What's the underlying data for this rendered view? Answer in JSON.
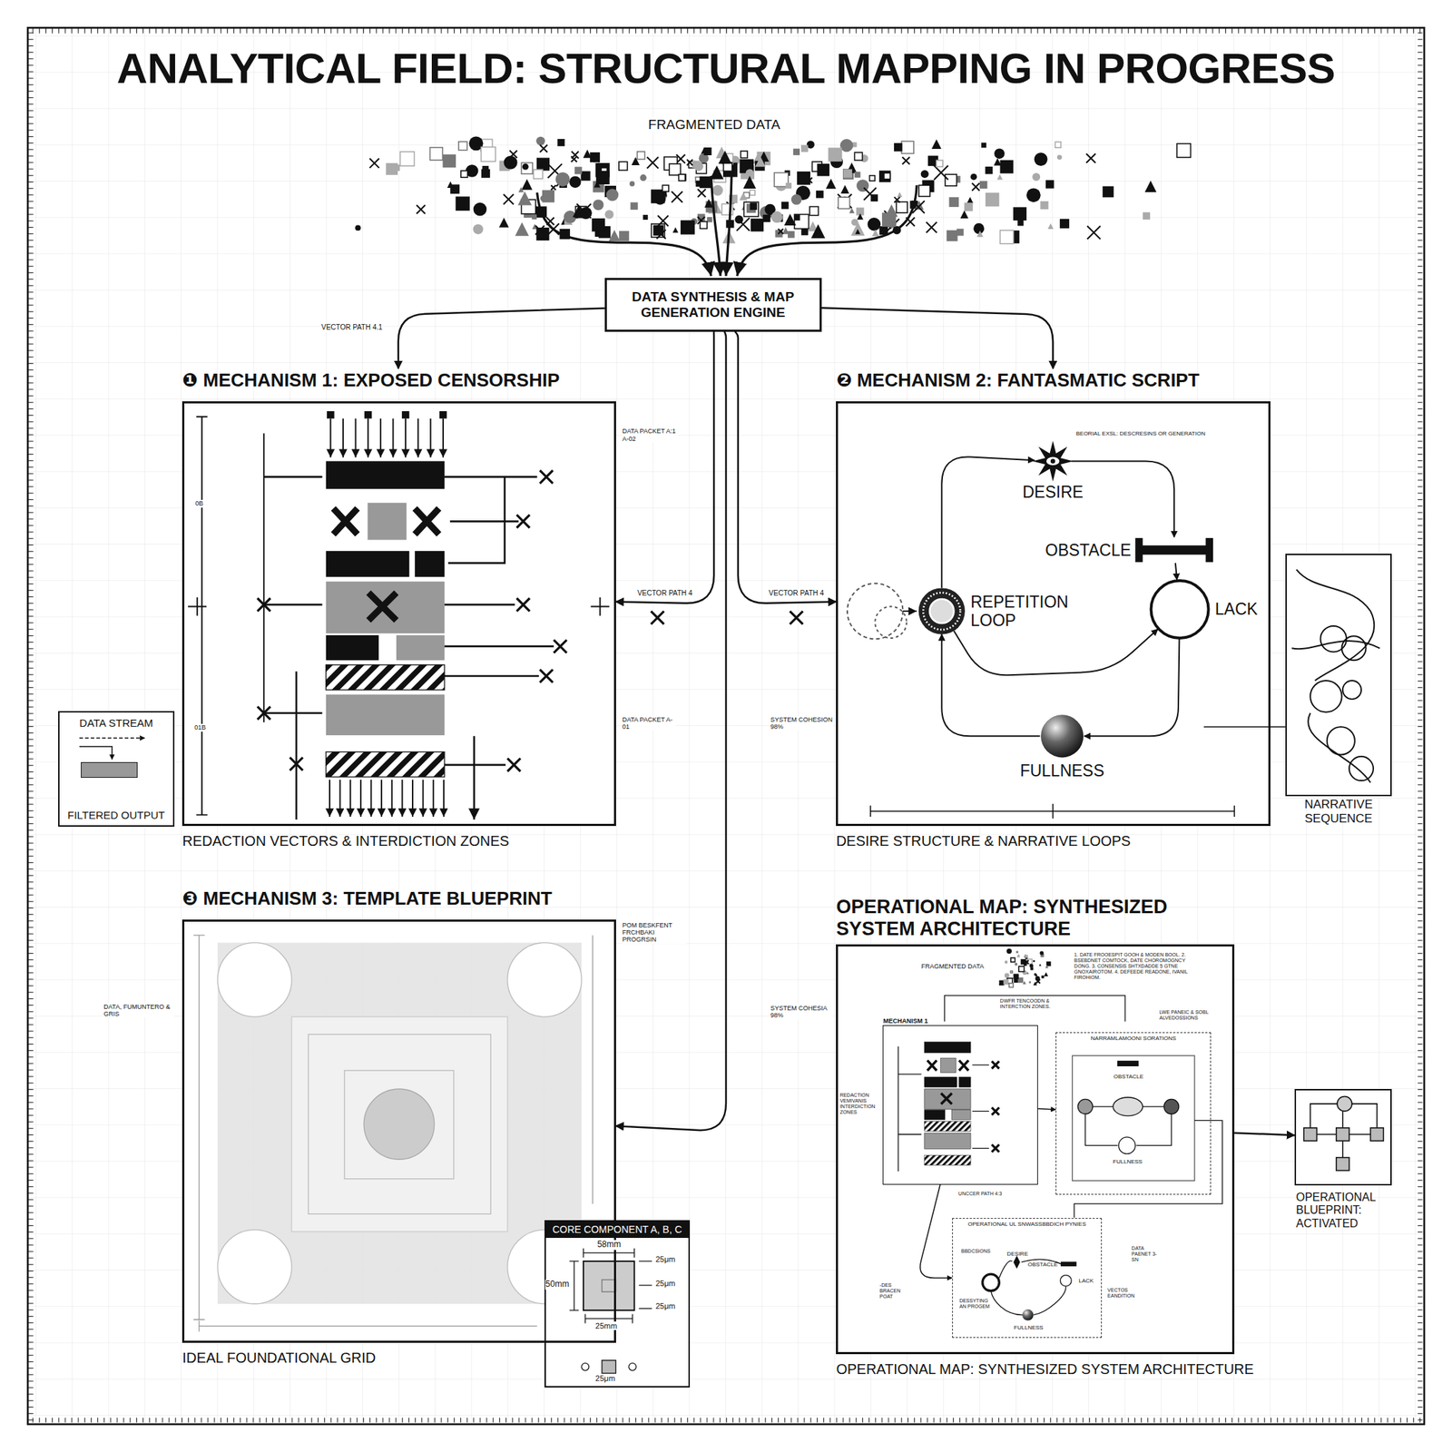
{
  "diagram": {
    "title": "ANALYTICAL FIELD: STRUCTURAL MAPPING IN PROGRESS",
    "nodes": [
      {
        "text": [
          "DATA SYNTHESIS & MAP GENERATION ENGINE"
        ]
      },
      {
        "text": [
          "❶ MECHANISM 1: EXPOSED CENSORSHIP",
          "REDACTION VECTORS & INTERDICTION ZONES"
        ]
      },
      {
        "text": [
          "❷ MECHANISM 2: FANTASMATIC SCRIPT",
          "DESIRE STRUCTURE & NARRATIVE LOOPS"
        ]
      },
      {
        "text": [
          "DESIRE"
        ],
        "in": 2
      },
      {
        "text": [
          "OBSTACLE"
        ],
        "in": 2
      },
      {
        "text": [
          "REPETITION LOOP"
        ],
        "in": 2
      },
      {
        "text": [
          "LACK"
        ],
        "in": 2
      },
      {
        "text": [
          "FULLNESS"
        ],
        "in": 2
      },
      {
        "text": [
          "NARRATIVE SEQUENCE"
        ]
      },
      {
        "text": [
          "❸ MECHANISM 3: TEMPLATE BLUEPRINT",
          "IDEAL FOUNDATIONAL GRID"
        ]
      },
      {
        "text": [
          "CORE COMPONENT A, B, C"
        ]
      },
      {
        "text": [
          "OPERATIONAL MAP: SYNTHESIZED SYSTEM ARCHITECTURE",
          "OPERATIONAL MAP: SYNTHESIZED SYSTEM ARCHITECTURE"
        ]
      },
      {
        "text": [
          "MECHANISM 1"
        ],
        "in": 11
      },
      {
        "text": [
          "NARRAMLAMOONI SORATIONS"
        ],
        "in": 11
      },
      {
        "text": [
          "OBSTACLE"
        ],
        "in": 13
      },
      {
        "text": [
          "FULLNESS"
        ],
        "in": 13
      },
      {
        "text": [
          "OPERATIONAL UL SNWASSBBDICH PYNIES"
        ],
        "in": 11
      },
      {
        "text": [
          "DESIRE"
        ],
        "in": 16
      },
      {
        "text": [
          "OBSTACLE"
        ],
        "in": 16
      },
      {
        "text": [
          "LACK"
        ],
        "in": 16
      },
      {
        "text": [
          "FULLNESS"
        ],
        "in": 16
      },
      {
        "text": [
          "OPERATIONAL BLUEPRINT: ACTIVATED"
        ]
      }
    ],
    "edges": [
      {
        "from": 0,
        "to": 1,
        "label": "VECTOR PATH 4.1",
        "arrow": "to"
      },
      {
        "from": 0,
        "to": 2,
        "arrow": "to"
      },
      {
        "from": 0,
        "to": 1,
        "label": "VECTOR PATH 4",
        "arrow": "to"
      },
      {
        "from": 0,
        "to": 2,
        "label": "VECTOR PATH 4",
        "arrow": "to"
      },
      {
        "from": 0,
        "to": 9,
        "arrow": "to"
      },
      {
        "from": 5,
        "to": 3,
        "arrow": "to"
      },
      {
        "from": 3,
        "to": 4,
        "arrow": "to"
      },
      {
        "from": 4,
        "to": 6,
        "arrow": "to"
      },
      {
        "from": 5,
        "to": 6,
        "arrow": "to"
      },
      {
        "from": 6,
        "to": 7,
        "arrow": "to"
      },
      {
        "from": 7,
        "to": 5,
        "arrow": "to"
      },
      {
        "from": 12,
        "to": 13,
        "arrow": "to"
      },
      {
        "from": 12,
        "to": 16,
        "arrow": "to"
      },
      {
        "from": 11,
        "to": 21,
        "arrow": "to"
      }
    ],
    "labels": [
      "FRAGMENTED DATA",
      "DATA PACKET A:1 A-02",
      "0B",
      "01B",
      "DATA PACKET A-01",
      "SYSTEM COHESION 98%",
      "BEORIAL EXSL: DESCRESINS OR GENERATION",
      "POM BESKFENT FRCHBAKI PROGRSIN",
      "DATA, FUMUNTERO & GRIS",
      "SYSTEM COHESIA 98%",
      "58mm",
      "50mm",
      "25μm",
      "25μm",
      "25μm",
      "25mm",
      "25μm",
      "FRAGMENTED DATA",
      "1. DATE FROOESPIT GOOH & MODEN BOOL. 2. BSEBDNET COMTOCK, DATE CHOROMOGNCY DONG. 3. CONSENSIS SHTXDADDE 5 GTNE GNOXAIROTOM. 4. DEFEEDE READONE, IVANIL FIROHIOM.",
      "DWFR TENCOODN & INTERCTION ZONES.",
      "LWE PANEIC & SOBL ALVEDOSSIONS",
      "REDACTION VEMIVANIS INTERDICTION ZONES",
      "UNCCER PATH 4:3",
      "DATA PAENET 3-SN",
      "VECTOS EANDITION",
      "BBDCSIONS",
      "-DES BRACEN POAT",
      "DESSYTING AN PROGEM"
    ],
    "legend": [
      {
        "text": "DATA STREAM"
      },
      {
        "text": "FILTERED OUTPUT",
        "color": "#999999"
      }
    ]
  }
}
